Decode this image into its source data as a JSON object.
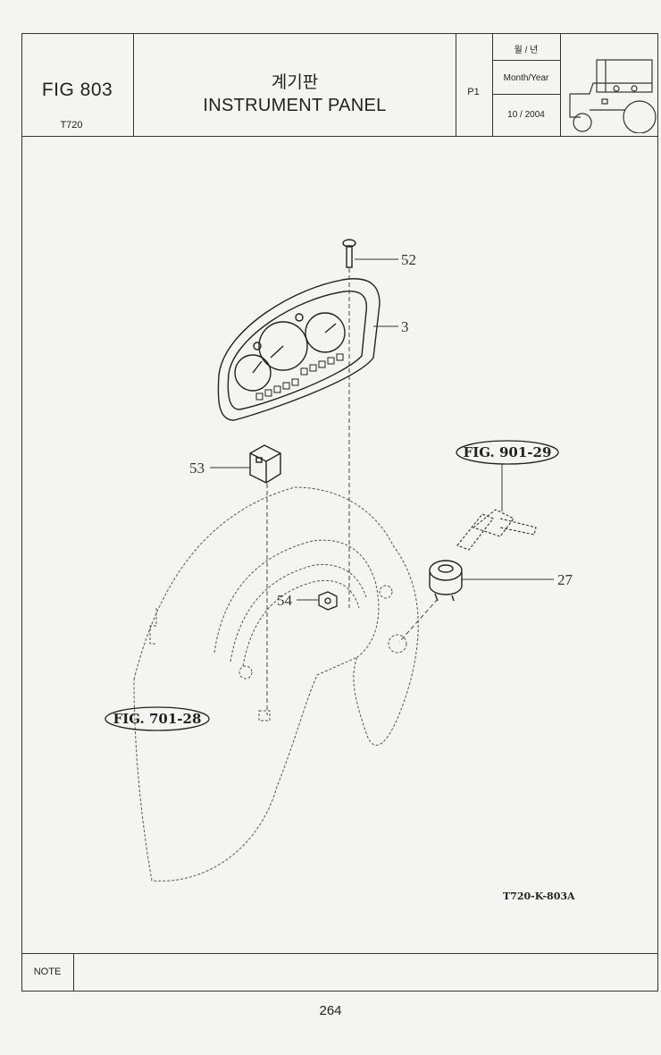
{
  "header": {
    "figure_number": "FIG 803",
    "model": "T720",
    "title_korean": "계기판",
    "title_english": "INSTRUMENT PANEL",
    "page_code": "P1",
    "date_label_korean": "월 / 년",
    "date_label_english": "Month/Year",
    "date_value": "10 / 2004"
  },
  "diagram": {
    "callouts": [
      {
        "number": "52",
        "part": "bolt"
      },
      {
        "number": "3",
        "part": "instrument-cluster"
      },
      {
        "number": "53",
        "part": "switch"
      },
      {
        "number": "27",
        "part": "ignition-switch"
      },
      {
        "number": "54",
        "part": "nut"
      }
    ],
    "references": [
      {
        "label": "FIG. 901-29"
      },
      {
        "label": "FIG. 701-28"
      }
    ],
    "drawing_code": "T720-K-803A"
  },
  "footer": {
    "note_label": "NOTE",
    "page_number": "264"
  }
}
